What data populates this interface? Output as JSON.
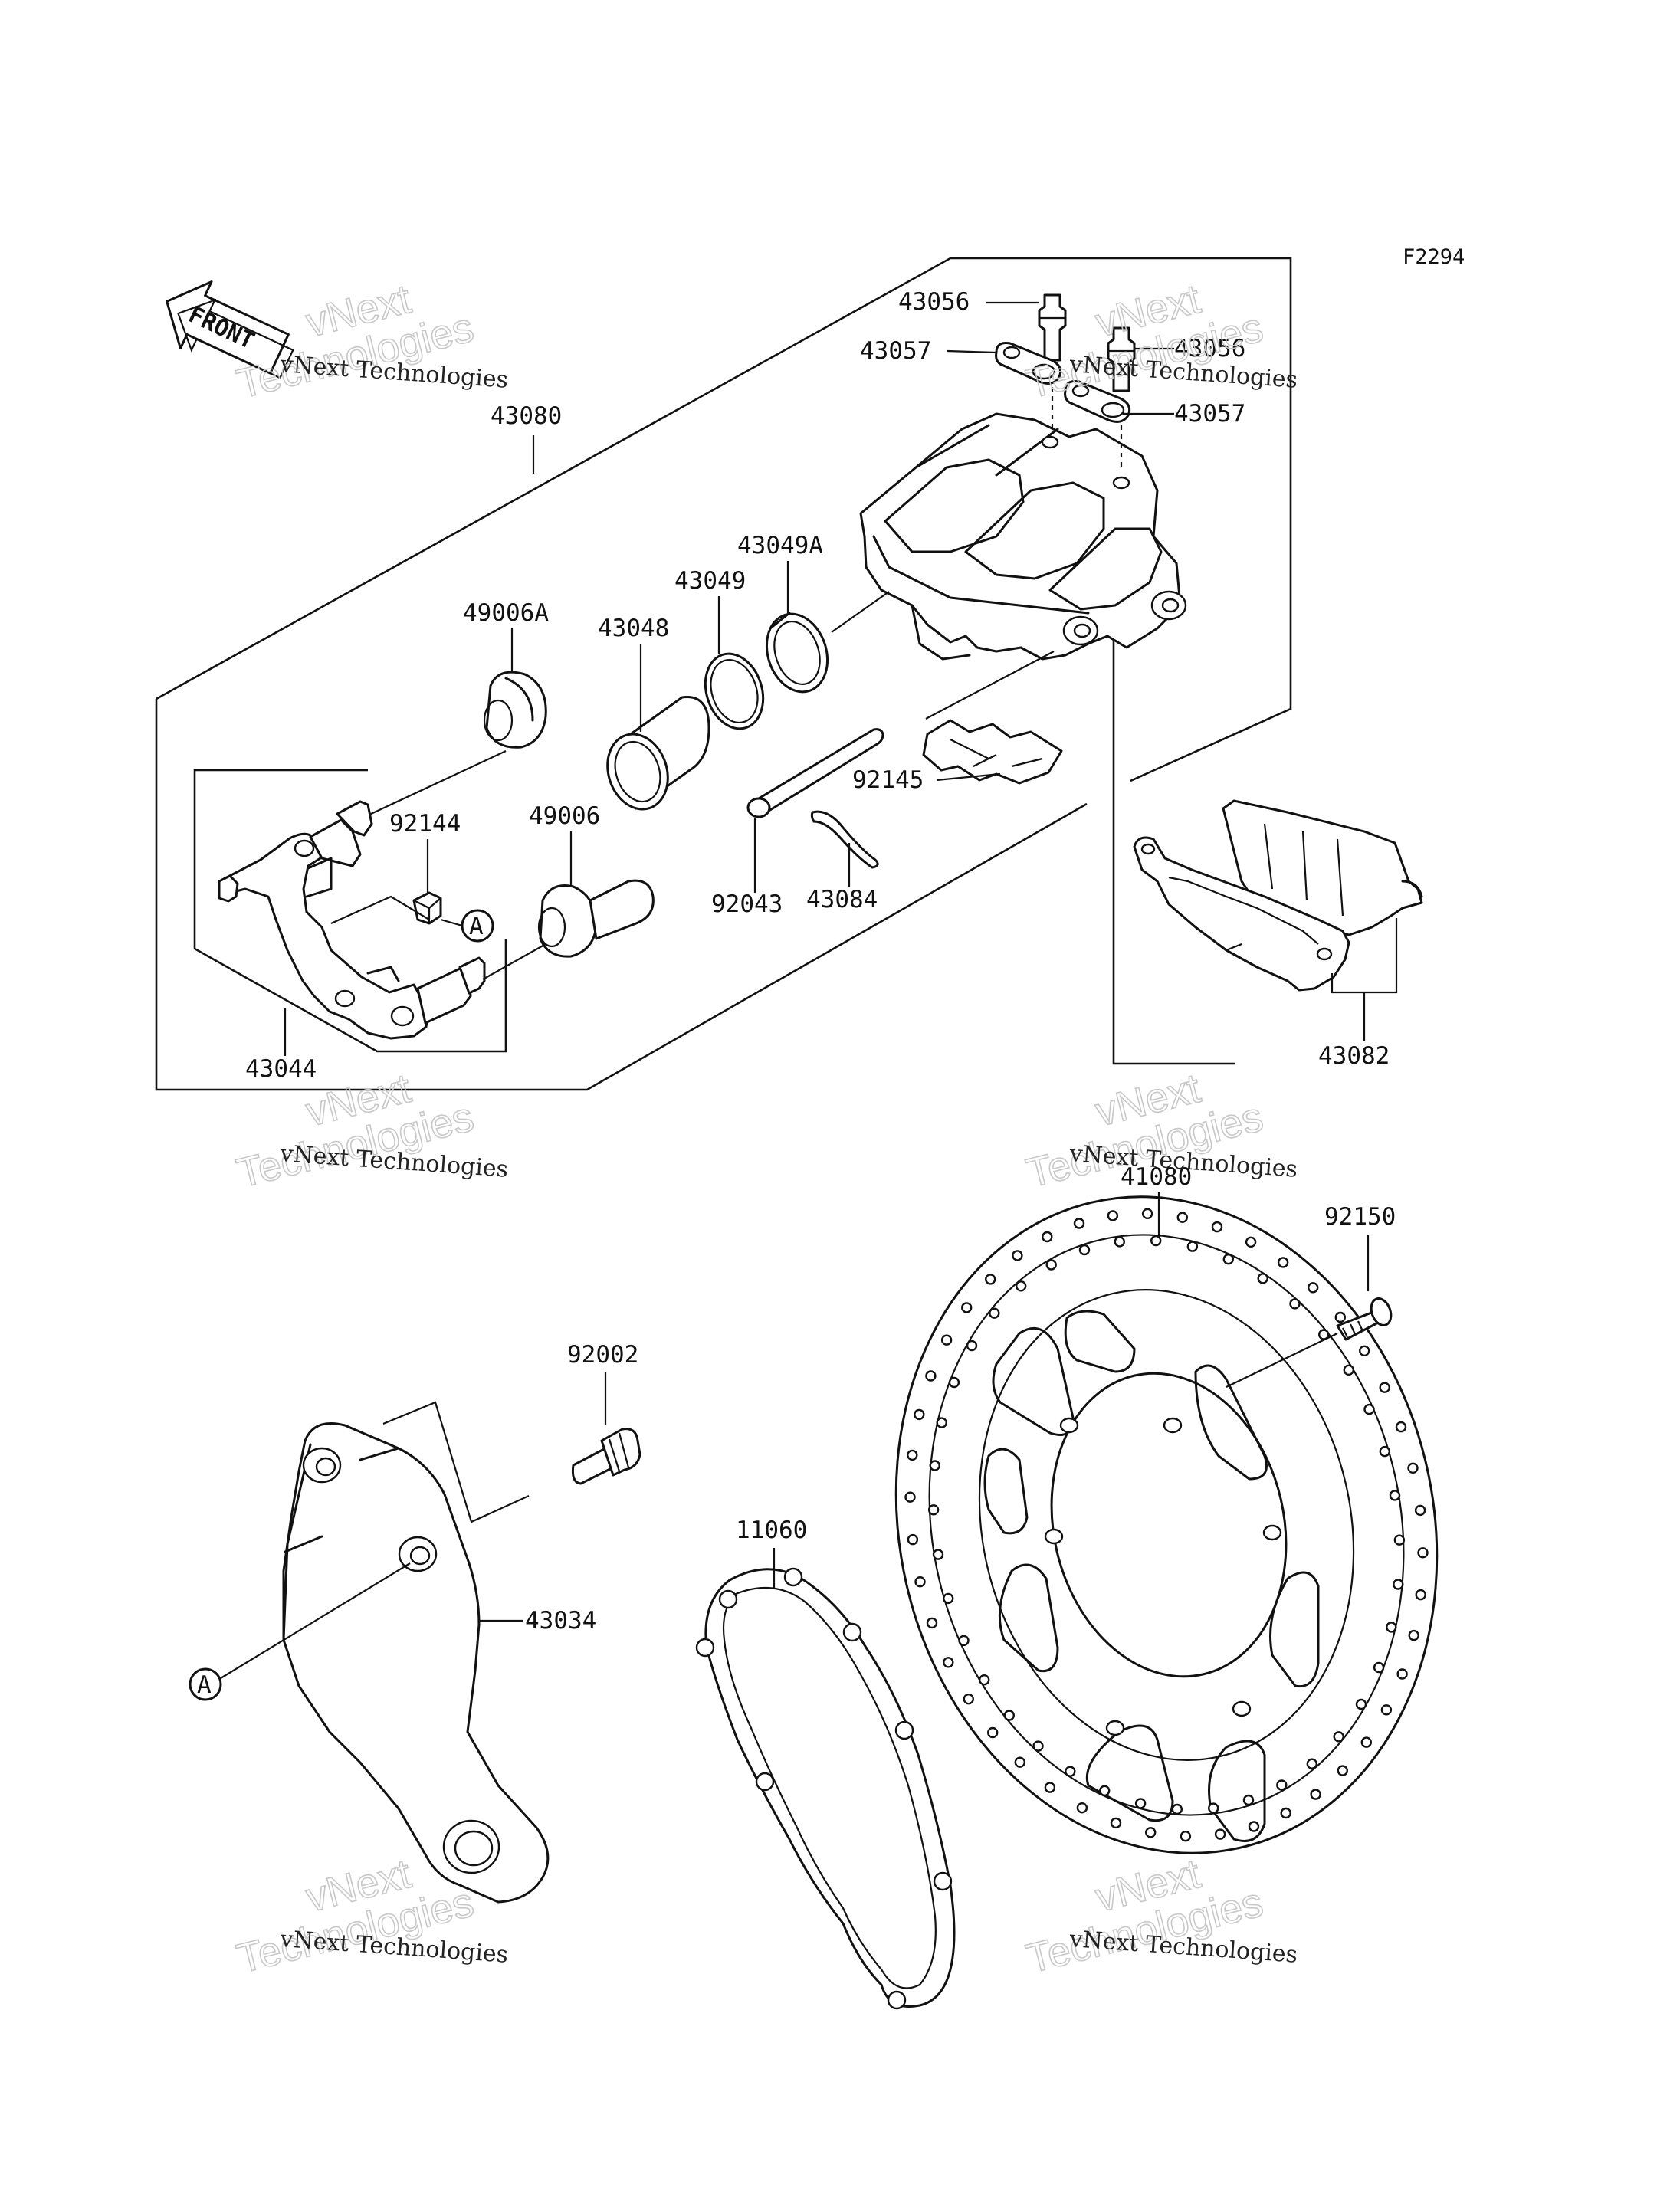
{
  "diagram": {
    "code": "F2294",
    "front_label": "FRONT",
    "callout_A": "A",
    "labels": {
      "p43080": "43080",
      "p43056a": "43056",
      "p43056b": "43056",
      "p43057a": "43057",
      "p43057b": "43057",
      "p43049A": "43049A",
      "p43049": "43049",
      "p43048": "43048",
      "p49006A": "49006A",
      "p92144": "92144",
      "p49006": "49006",
      "p92145": "92145",
      "p92043": "92043",
      "p43084": "43084",
      "p43044": "43044",
      "p43082": "43082",
      "p41080": "41080",
      "p92150": "92150",
      "p92002": "92002",
      "p11060": "11060",
      "p43034": "43034"
    },
    "watermark": {
      "company": "vNext Technologies",
      "line1": "vNext",
      "line2": "Technologies"
    }
  }
}
